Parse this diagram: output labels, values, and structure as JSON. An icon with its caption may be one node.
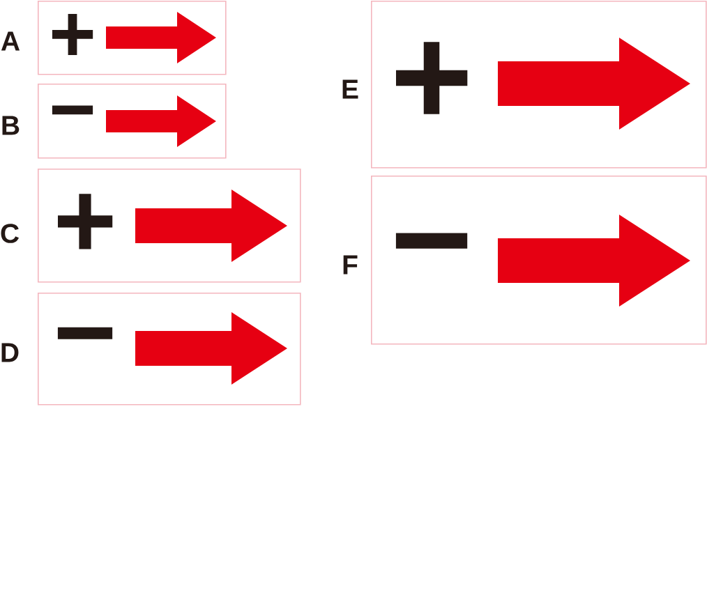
{
  "diagram": {
    "nodes": [
      {
        "text": [
          "+"
        ],
        "beside": [
          "A"
        ]
      },
      {
        "text": [
          "−"
        ],
        "beside": [
          "B"
        ]
      },
      {
        "text": [
          "+"
        ],
        "beside": [
          "C"
        ]
      },
      {
        "text": [
          "−"
        ],
        "beside": [
          "D"
        ]
      },
      {
        "text": [
          "+"
        ],
        "beside": [
          "E"
        ]
      },
      {
        "text": [
          "−"
        ],
        "beside": [
          "F"
        ]
      }
    ]
  }
}
